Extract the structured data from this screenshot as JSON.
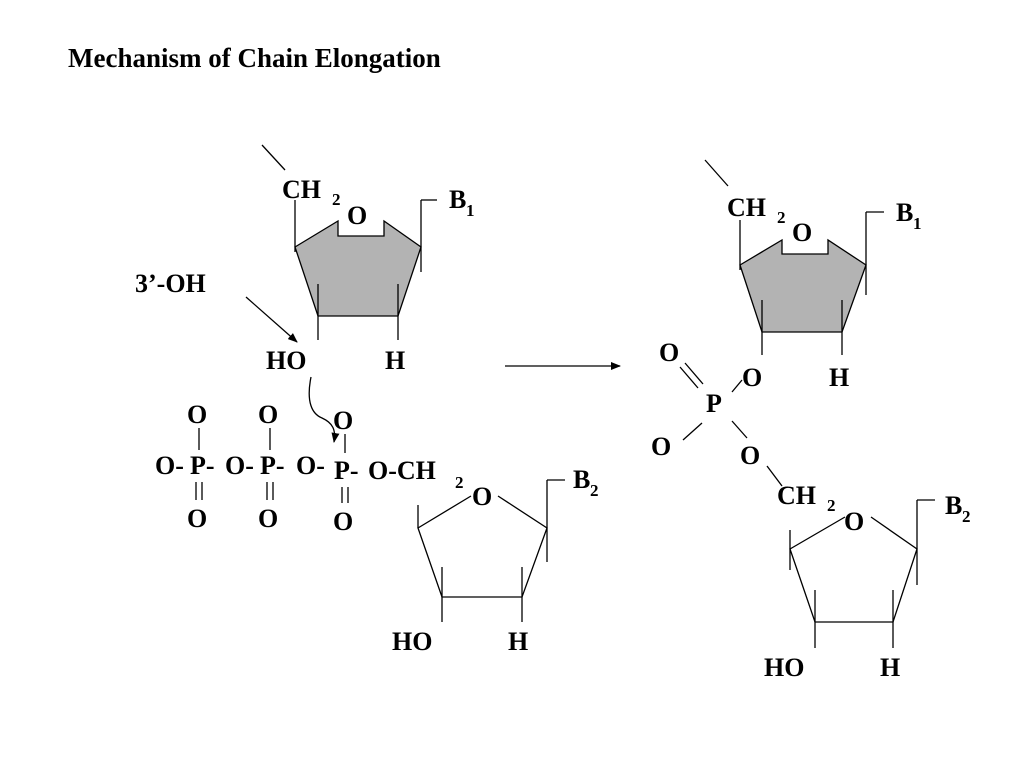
{
  "title": "Mechanism of Chain Elongation",
  "labels": {
    "ch2": "CH",
    "two": "2",
    "o": "O",
    "b": "B",
    "one": "1",
    "h": "H",
    "ho": "HO",
    "p": "P",
    "three_oh": "3’-OH",
    "o_dash": "O-",
    "p_dash": "P-",
    "o_dash_ch2": "O-CH"
  },
  "colors": {
    "ring_fill": "#b3b3b3",
    "ink": "#000000",
    "background": "#ffffff"
  }
}
